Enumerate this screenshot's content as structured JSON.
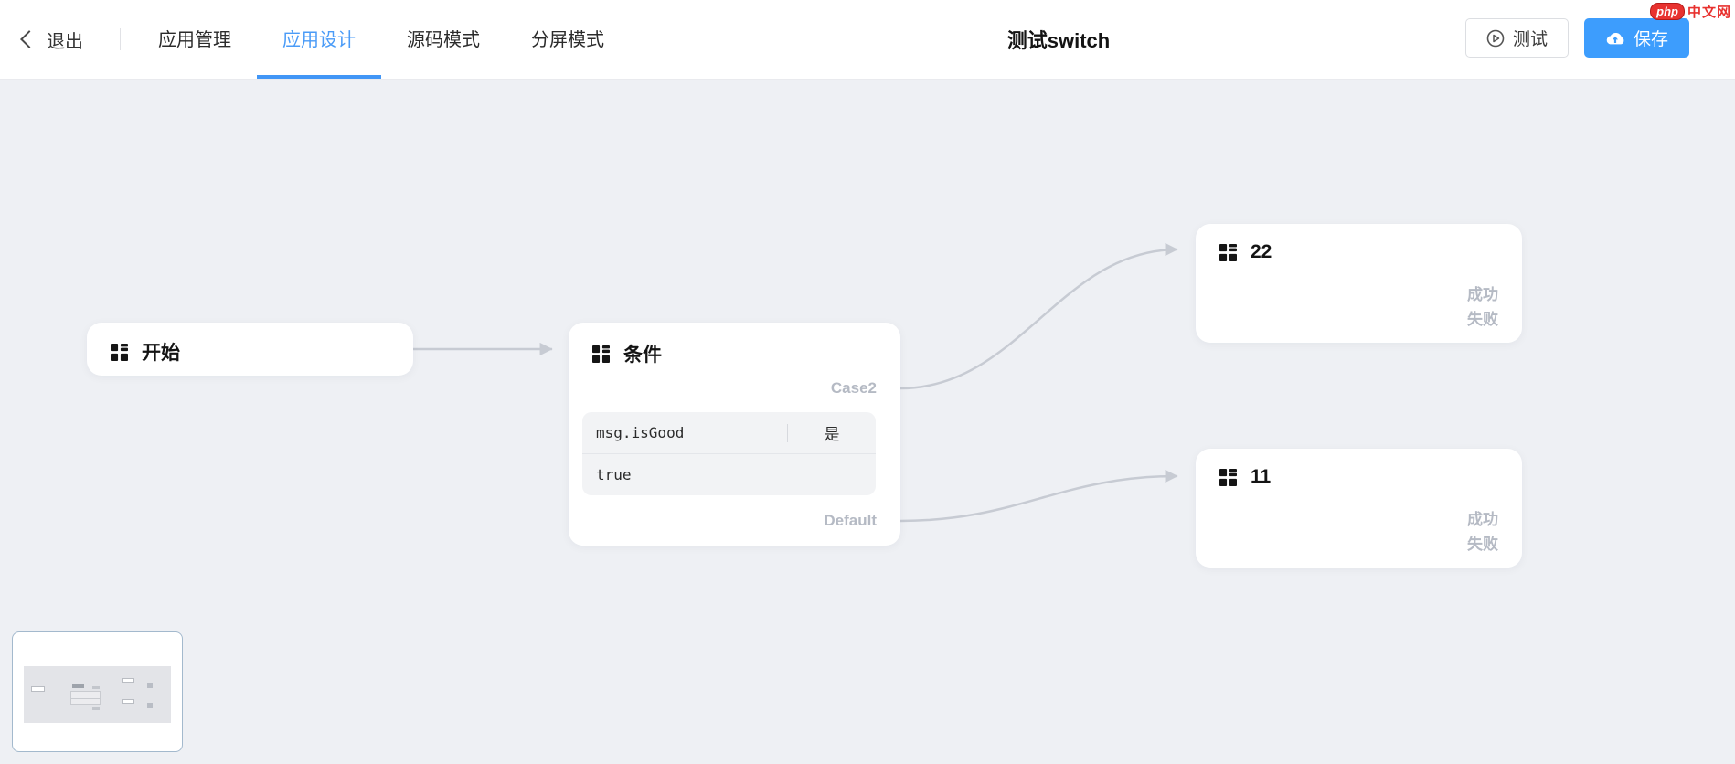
{
  "navbar": {
    "back_label": "退出",
    "tabs": [
      {
        "label": "应用管理",
        "active": false
      },
      {
        "label": "应用设计",
        "active": true
      },
      {
        "label": "源码模式",
        "active": false
      },
      {
        "label": "分屏模式",
        "active": false
      }
    ],
    "title": "测试switch",
    "test_label": "测试",
    "save_label": "保存",
    "watermark_badge": "php",
    "watermark_text": "中文网"
  },
  "canvas": {
    "start": {
      "title": "开始"
    },
    "condition": {
      "title": "条件",
      "port_case": "Case2",
      "port_default": "Default",
      "rule_field": "msg.isGood",
      "rule_op": "是",
      "rule_value": "true"
    },
    "node22": {
      "title": "22",
      "port_success": "成功",
      "port_fail": "失败"
    },
    "node11": {
      "title": "11",
      "port_success": "成功",
      "port_fail": "失败"
    }
  },
  "colors": {
    "accent": "#3d9dfd",
    "tab_active": "#4a9bf7",
    "connector": "#c7cbd3",
    "canvas_bg": "#eef0f4",
    "port_label": "#b5bac4"
  }
}
